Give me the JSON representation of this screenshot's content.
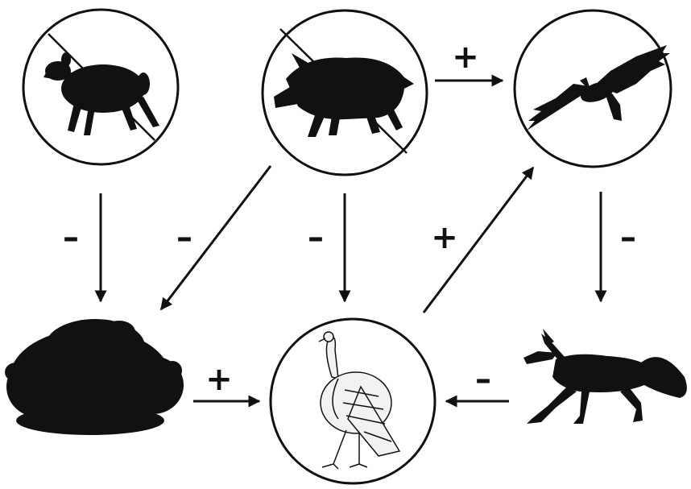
{
  "diagram": {
    "nodes": [
      {
        "id": "sheep",
        "icon": "sheep-icon",
        "circled": true,
        "crossed_out": true
      },
      {
        "id": "boar",
        "icon": "boar-icon",
        "circled": true,
        "crossed_out": true
      },
      {
        "id": "eagle",
        "icon": "eagle-icon",
        "circled": true,
        "crossed_out": false
      },
      {
        "id": "shrub",
        "icon": "shrub-icon",
        "circled": false,
        "crossed_out": false
      },
      {
        "id": "turkey",
        "icon": "turkey-icon",
        "circled": true,
        "crossed_out": false
      },
      {
        "id": "fox",
        "icon": "fox-icon",
        "circled": false,
        "crossed_out": false
      }
    ],
    "edges": [
      {
        "from": "sheep",
        "to": "shrub",
        "sign": "–"
      },
      {
        "from": "boar",
        "to": "shrub",
        "sign": "–"
      },
      {
        "from": "boar",
        "to": "turkey",
        "sign": "–"
      },
      {
        "from": "boar",
        "to": "eagle",
        "sign": "+"
      },
      {
        "from": "turkey",
        "to": "eagle",
        "sign": "+"
      },
      {
        "from": "eagle",
        "to": "fox",
        "sign": "–"
      },
      {
        "from": "shrub",
        "to": "turkey",
        "sign": "+"
      },
      {
        "from": "fox",
        "to": "turkey",
        "sign": "–"
      }
    ],
    "colors": {
      "ink": "#111111",
      "background": "#ffffff",
      "turkey_fill": "#f2f2f2"
    }
  }
}
